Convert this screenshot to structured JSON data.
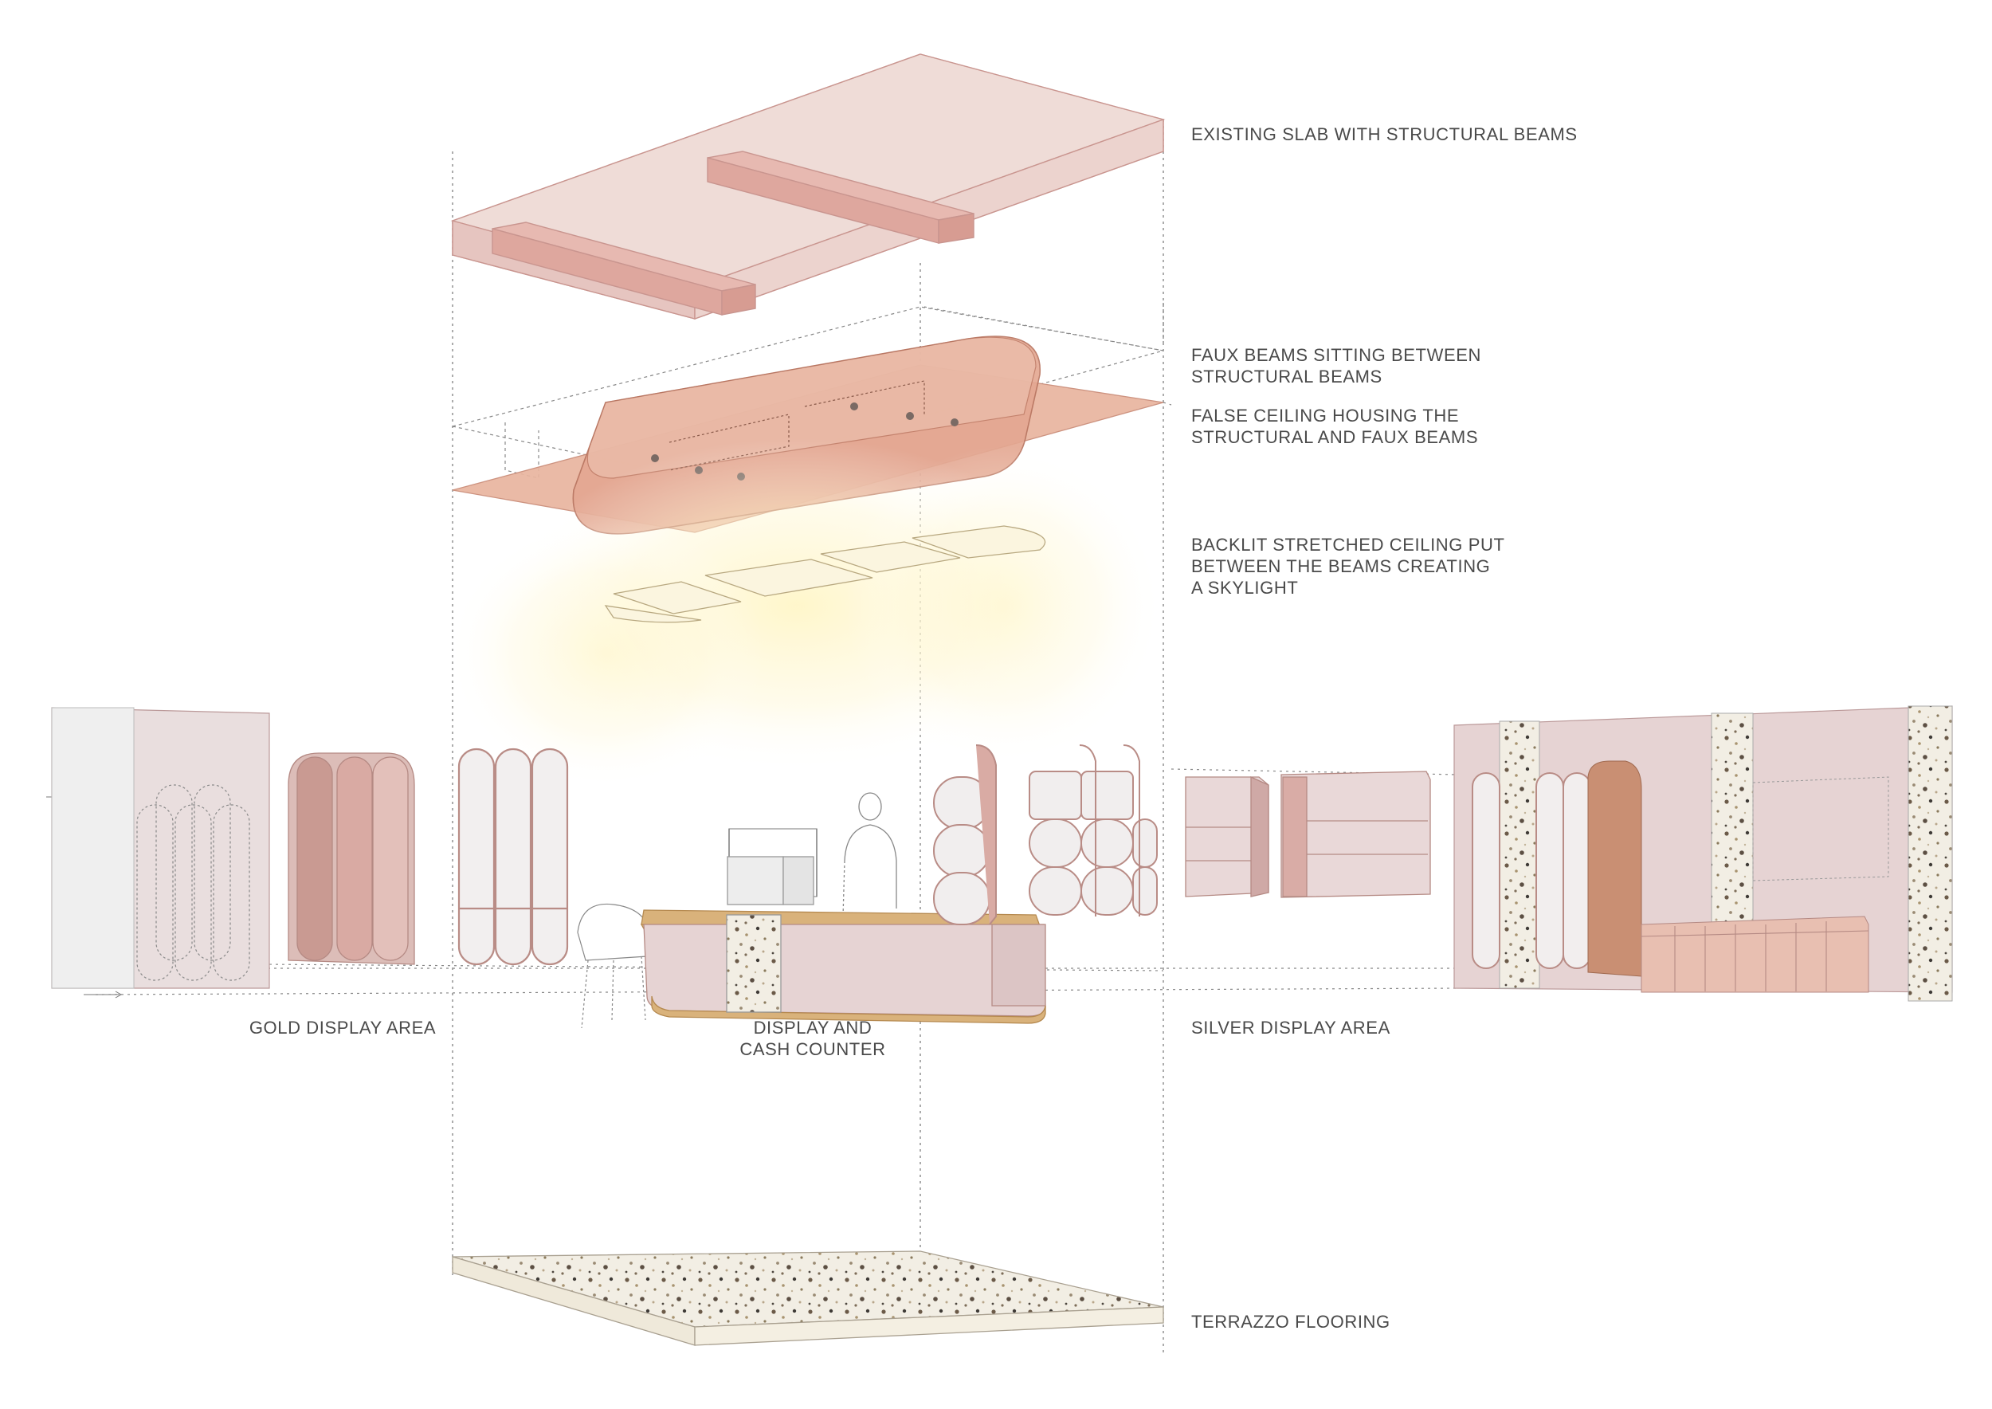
{
  "labels": {
    "slab": "EXISTING SLAB WITH STRUCTURAL BEAMS",
    "faux_beams": "FAUX BEAMS SITTING BETWEEN\nSTRUCTURAL BEAMS",
    "false_ceiling": "FALSE CEILING HOUSING THE\nSTRUCTURAL AND FAUX BEAMS",
    "backlit": "BACKLIT STRETCHED CEILING PUT\nBETWEEN THE BEAMS CREATING\nA SKYLIGHT",
    "gold_area": "GOLD DISPLAY AREA",
    "counter": "DISPLAY AND\nCASH COUNTER",
    "silver_area": "SILVER DISPLAY AREA",
    "flooring": "TERRAZZO FLOORING"
  },
  "colors": {
    "slab": "#ecd1cd",
    "beam": "#dfaea6",
    "ceiling": "#e7b49f",
    "wall": "#e6d3d3",
    "panel": "#dcc3c3",
    "frame": "#d9aba4",
    "wood": "#d9b27b",
    "cabinet": "#c98f73",
    "terrazzo": "#f1ece0",
    "line": "#777777",
    "glow": "#fff2b0"
  }
}
